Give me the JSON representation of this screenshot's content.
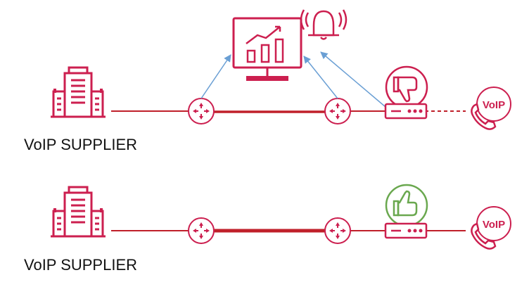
{
  "colors": {
    "primary": "#cc1f4f",
    "line": "#c0202a",
    "arrow": "#6a9fd4",
    "thumbs_up": "#6aa84f"
  },
  "icons": [
    "building-icon",
    "router-icon",
    "monitor-chart-icon",
    "alarm-bell-icon",
    "thumbs-down-icon",
    "thumbs-up-icon",
    "modem-icon",
    "voip-phone-icon"
  ],
  "rows": [
    {
      "supplier_label": "VoIP SUPPLIER",
      "voip_badge": "VoIP",
      "status": "thumbs-down",
      "link_quality": "degraded"
    },
    {
      "supplier_label": "VoIP SUPPLIER",
      "voip_badge": "VoIP",
      "status": "thumbs-up",
      "link_quality": "healthy"
    }
  ]
}
